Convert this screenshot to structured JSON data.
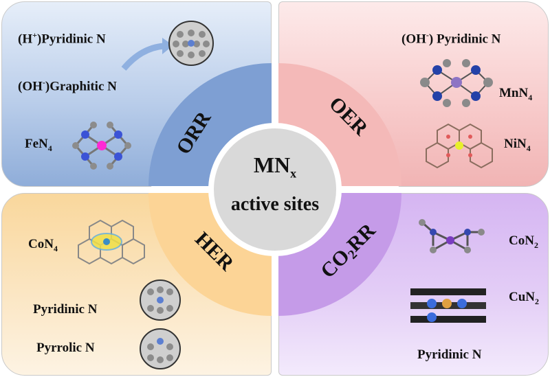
{
  "center": {
    "line1": "MN",
    "line1_sub": "x",
    "line2": "active sites"
  },
  "reactions": {
    "orr": {
      "label": "ORR",
      "color": "#7e9fd3"
    },
    "oer": {
      "label": "OER",
      "color": "#f4b9b8"
    },
    "her": {
      "label": "HER",
      "color": "#fcd496"
    },
    "co2rr": {
      "label_a": "CO",
      "label_sub": "2",
      "label_b": "RR",
      "color": "#c59be8"
    }
  },
  "orr_panel": {
    "l1_a": "(H",
    "l1_sup": "+",
    "l1_b": ")Pyridinic N",
    "l2_a": "(OH",
    "l2_sup": "-",
    "l2_b": ")Graphitic N",
    "l3_a": "FeN",
    "l3_sub": "4"
  },
  "oer_panel": {
    "l1_a": "(OH",
    "l1_sup": "-",
    "l1_b": ") Pyridinic N",
    "l2_a": "MnN",
    "l2_sub": "4",
    "l3_a": "NiN",
    "l3_sub": "4"
  },
  "her_panel": {
    "l1_a": "CoN",
    "l1_sub": "4",
    "l2": "Pyridinic N",
    "l3": "Pyrrolic N"
  },
  "co2rr_panel": {
    "l1_a": "CoN",
    "l1_sub": "2",
    "l2_a": "CuN",
    "l2_sub": "2",
    "l3": "Pyridinic N"
  }
}
